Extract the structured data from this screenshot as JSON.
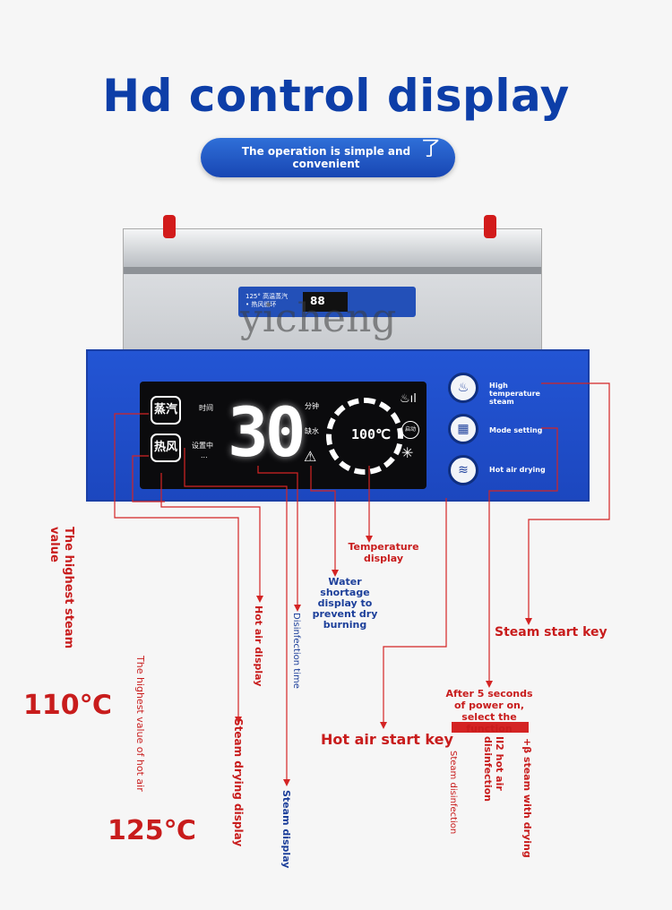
{
  "title": "Hd control display",
  "subtitle": "The operation is simple and convenient",
  "subtitle_symbol": "了",
  "watermark": "yicheng",
  "mini_panel": {
    "label1": "125° 高温蒸汽",
    "label2": "• 热风循环",
    "number": "88"
  },
  "panel": {
    "mode_steam": "蒸汽",
    "mode_hot_air": "热风",
    "time_label": "时间",
    "setting_label": "设置中",
    "dots": "...",
    "time_value": "30",
    "minute_label": "分钟",
    "water_label": "缺水",
    "temperature": "100℃",
    "start_label": "启动",
    "buttons": [
      {
        "label": "High temperature steam",
        "icon": "steam-icon"
      },
      {
        "label": "Mode setting",
        "icon": "grid-icon"
      },
      {
        "label": "Hot air drying",
        "icon": "wind-icon"
      }
    ]
  },
  "callouts": {
    "temperature_display": "Temperature display",
    "water_shortage": "Water shortage display to prevent dry burning",
    "steam_start_key": "Steam start key",
    "hot_air_start_key": "Hot air start key",
    "after_5_seconds": "After 5 seconds of power on, select the function",
    "hot_air_display": "Hot air display",
    "disinfection_time": "Disinfection time",
    "steam_drying_display": "Steam drying display",
    "steam_display": "Steam display",
    "highest_steam_value": "The highest steam value",
    "highest_hot_air_value": "The highest value of hot air",
    "steam_disinfection": "Steam disinfection",
    "hot_air_disinfection": "II2 hot air disinfection",
    "steam_with_drying": "+β steam with drying"
  },
  "values": {
    "steam_max": "110℃",
    "hot_air_max": "125℃"
  }
}
